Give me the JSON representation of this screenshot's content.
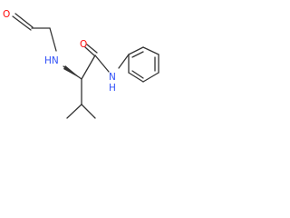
{
  "molecule": {
    "atoms": {
      "aldehyde_oxygen": "O",
      "amine_nitrogen": "HN",
      "amide_oxygen": "O",
      "amide_nitrogen": "N",
      "amide_hydrogen": "H"
    },
    "colors": {
      "bond": "#333333",
      "oxygen": "#ff0d0d",
      "nitrogen": "#3050f8"
    }
  }
}
